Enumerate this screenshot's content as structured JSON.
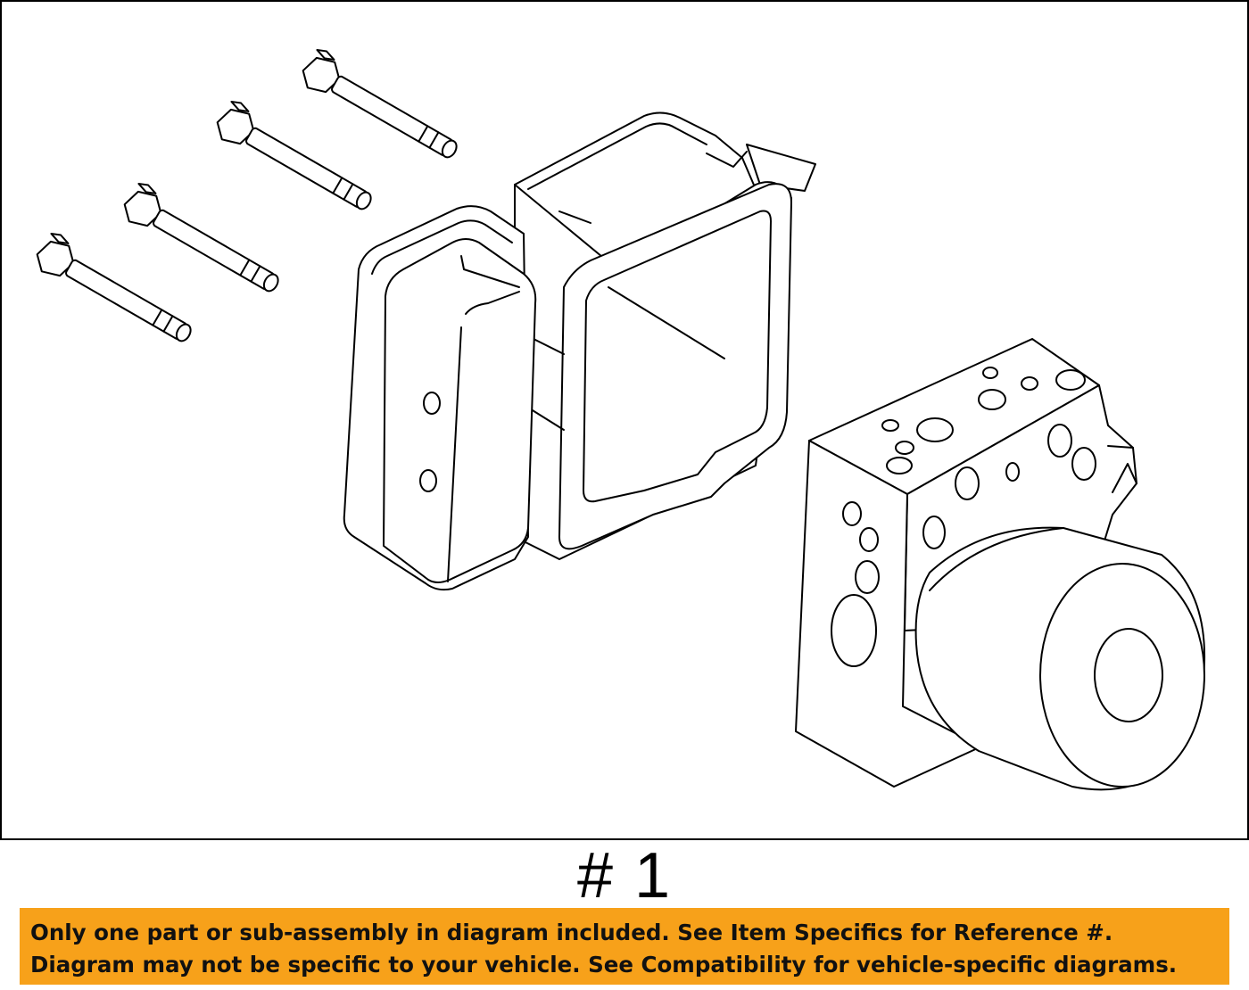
{
  "callout": "# 1",
  "notice": {
    "background": "#F7A11A",
    "line1": "Only one part or sub-assembly in diagram included. See Item Specifics for Reference #.",
    "line2": "Diagram may not be specific to your vehicle. See Compatibility for vehicle-specific diagrams."
  },
  "diagram": {
    "components": [
      "bolt-icon",
      "bolt-icon",
      "bolt-icon",
      "bolt-icon",
      "abs-control-module-icon",
      "abs-hydraulic-unit-icon"
    ]
  }
}
